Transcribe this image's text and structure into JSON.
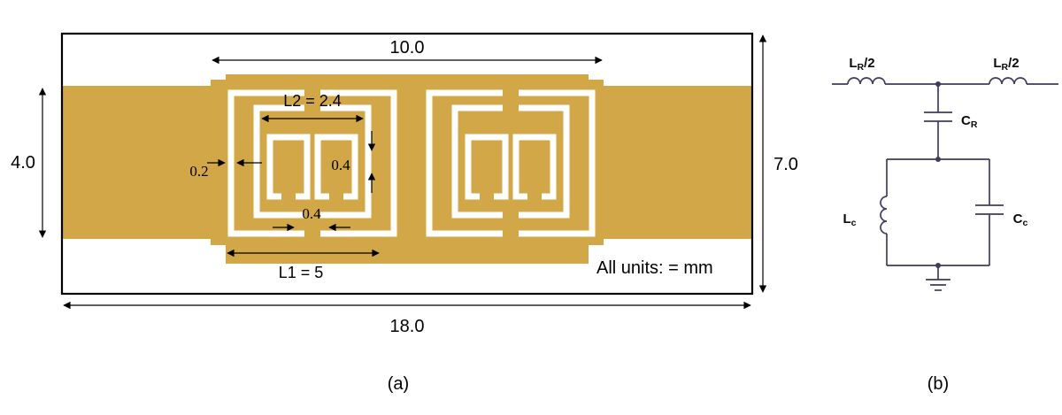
{
  "colors": {
    "gold": "#D2A747",
    "circuit": "#3e3c5e",
    "ink": "#000000"
  },
  "panel_a": {
    "caption": "(a)",
    "units_note": "All units: = mm",
    "dim_top_width": "10.0",
    "dim_feed_height": "4.0",
    "dim_substrate_height": "7.0",
    "dim_total_width": "18.0",
    "dim_l2": "L2 = 2.4",
    "dim_slot_width": "0.2",
    "dim_gap_vertical": "0.4",
    "dim_gap_horizontal": "0.4",
    "dim_l1": "L1 = 5"
  },
  "panel_b": {
    "caption": "(b)",
    "inductor_left": {
      "base": "L",
      "sub": "R",
      "rest": "/2"
    },
    "inductor_right": {
      "base": "L",
      "sub": "R",
      "rest": "/2"
    },
    "cap_series": {
      "base": "C",
      "sub": "R",
      "rest": ""
    },
    "inductor_shunt": {
      "base": "L",
      "sub": "c",
      "rest": ""
    },
    "cap_shunt": {
      "base": "C",
      "sub": "c",
      "rest": ""
    }
  }
}
